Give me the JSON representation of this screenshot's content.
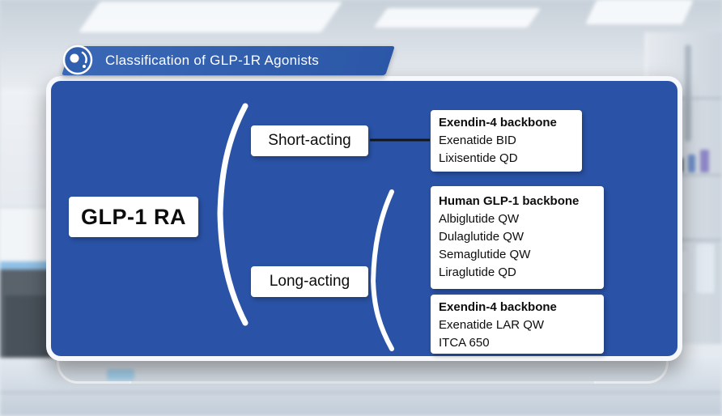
{
  "title": {
    "text": "Classification of GLP-1R Agonists"
  },
  "diagram": {
    "root": {
      "label": "GLP-1 RA"
    },
    "branches": [
      {
        "label": "Short-acting",
        "boxes": [
          {
            "heading": "Exendin-4 backbone",
            "items": [
              "Exenatide BID",
              "Lixisentide QD"
            ]
          }
        ]
      },
      {
        "label": "Long-acting",
        "boxes": [
          {
            "heading": "Human GLP-1 backbone",
            "items": [
              "Albiglutide QW",
              "Dulaglutide QW",
              "Semaglutide QW",
              "Liraglutide QD"
            ]
          },
          {
            "heading": "Exendin-4 backbone",
            "items": [
              "Exenatide LAR QW",
              "ITCA 650"
            ]
          }
        ]
      }
    ]
  },
  "colors": {
    "panel_blue": "#2a53a7",
    "banner_blue": "#2f5fae",
    "box_white": "#ffffff",
    "text_dark": "#0d0d0d",
    "brace_white": "#ffffff",
    "connector_dark": "#161616"
  }
}
